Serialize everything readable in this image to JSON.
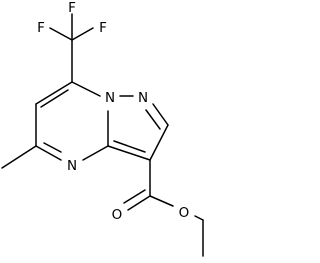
{
  "molecule": {
    "atom_labels": {
      "f_top": "F",
      "f_left": "F",
      "f_right": "F",
      "n_bridge": "N",
      "n_pyrazole": "N",
      "n_pyrimidine": "N",
      "o_carbonyl": "O",
      "o_ester": "O"
    }
  }
}
